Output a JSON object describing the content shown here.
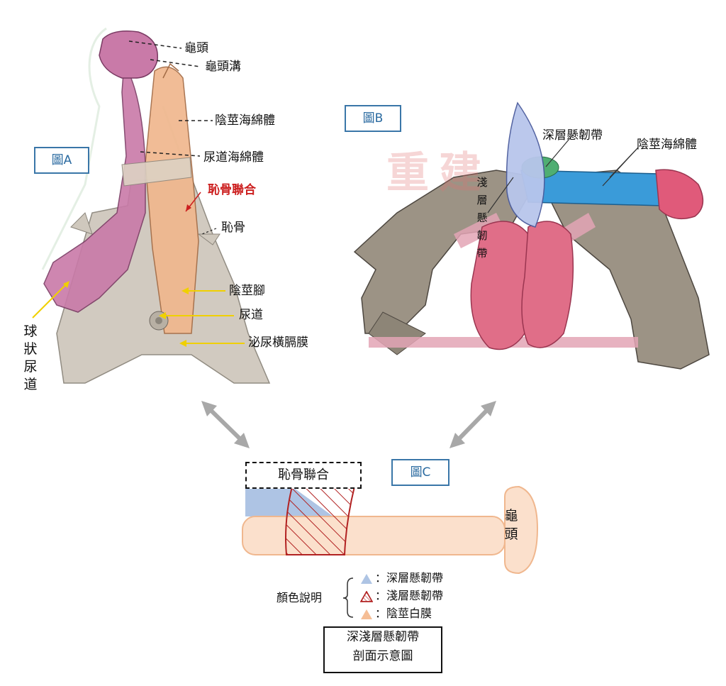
{
  "figA": {
    "tag": "圖A",
    "labels": {
      "glans": "龜頭",
      "coronal_sulcus": "龜頭溝",
      "corpus_cavernosum": "陰莖海綿體",
      "corpus_spongiosum": "尿道海綿體",
      "pubic_symphysis": "恥骨聯合",
      "pubic_bone": "恥骨",
      "crus": "陰莖腳",
      "urethra": "尿道",
      "urogenital_diaphragm": "泌尿橫膈膜",
      "bulbar_urethra": [
        "球",
        "狀",
        "尿",
        "道"
      ]
    }
  },
  "figB": {
    "tag": "圖B",
    "labels": {
      "deep_ligament": "深層懸韌帶",
      "corpus_cavernosum": "陰莖海綿體",
      "superficial_ligament": [
        "淺",
        "層",
        "懸",
        "韌",
        "帶"
      ]
    },
    "watermark": "重建"
  },
  "figC": {
    "tag": "圖C",
    "pubic_symphysis": "恥骨聯合",
    "glans": [
      "龜",
      "頭"
    ],
    "legend_title": "顏色說明",
    "legend": [
      {
        "symbol": "blue-triangle-icon",
        "color": "#aec4e4",
        "text": "：深層懸韌帶"
      },
      {
        "symbol": "hatched-triangle-icon",
        "color": "#b22222",
        "text": "：淺層懸韌帶"
      },
      {
        "symbol": "orange-triangle-icon",
        "color": "#f5be96",
        "text": "：陰莖白膜"
      }
    ],
    "caption": [
      "深淺層懸韌帶",
      "剖面示意圖"
    ]
  },
  "colors": {
    "tag_border": "#3a76a8",
    "deep_ligament": "#aec4e4",
    "superficial_ligament": "#b22222",
    "tunica": "#f5be96",
    "arrow": "#a8a8a8"
  }
}
